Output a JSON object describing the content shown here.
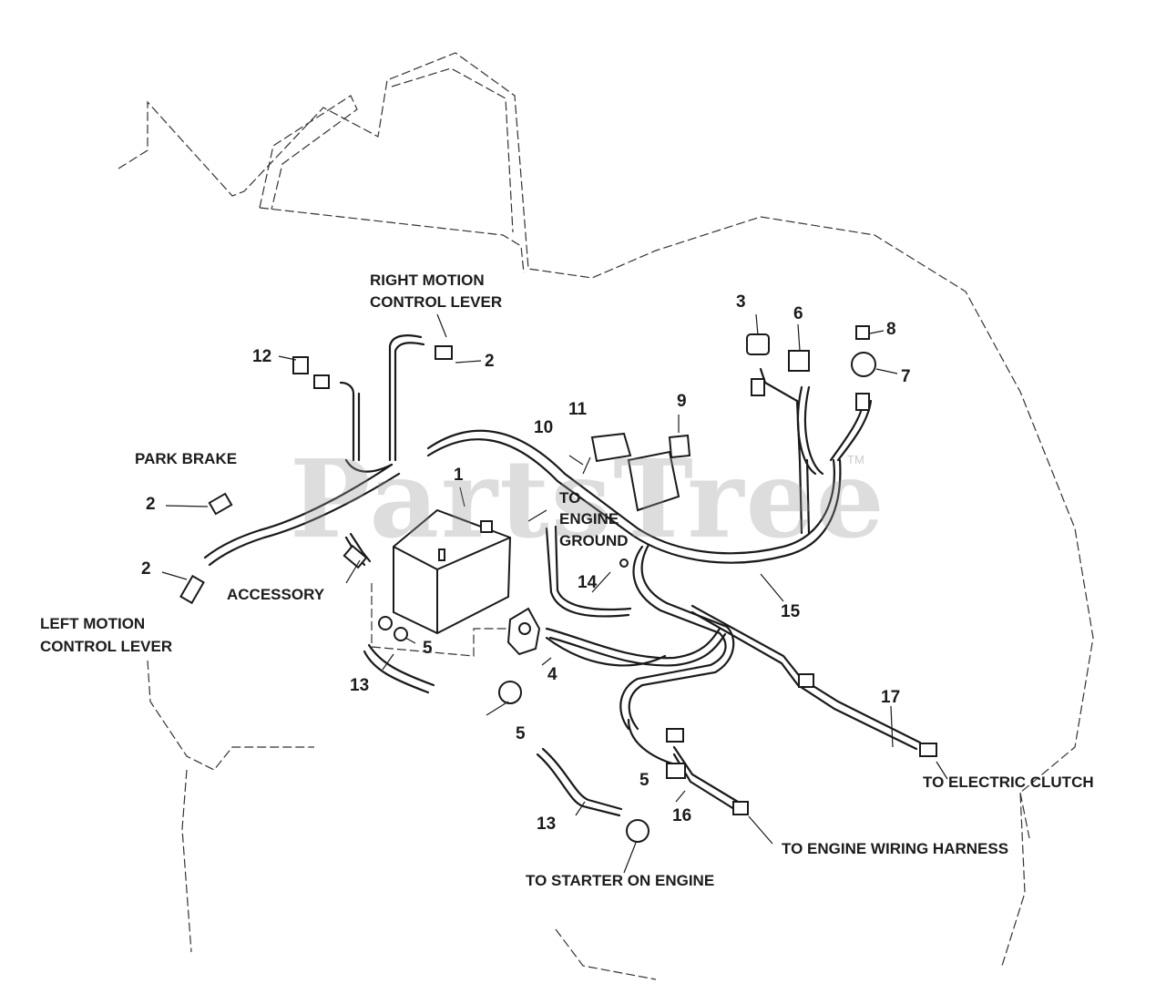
{
  "watermark": {
    "text": "PartsTree",
    "mark": "TM"
  },
  "labels": {
    "right_motion_line1": "RIGHT MOTION",
    "right_motion_line2": "CONTROL LEVER",
    "park_brake": "PARK BRAKE",
    "accessory": "ACCESSORY",
    "left_motion_line1": "LEFT MOTION",
    "left_motion_line2": "CONTROL LEVER",
    "engine_ground_line1": "TO",
    "engine_ground_line2": "ENGINE",
    "engine_ground_line3": "GROUND",
    "electric_clutch": "TO ELECTRIC CLUTCH",
    "engine_harness": "TO ENGINE WIRING HARNESS",
    "starter": "TO STARTER ON ENGINE"
  },
  "callouts": {
    "c1": "1",
    "c2a": "2",
    "c2b": "2",
    "c2c": "2",
    "c3": "3",
    "c4": "4",
    "c5a": "5",
    "c5b": "5",
    "c5c": "5",
    "c6": "6",
    "c7": "7",
    "c8": "8",
    "c9": "9",
    "c10": "10",
    "c11": "11",
    "c12": "12",
    "c13a": "13",
    "c13b": "13",
    "c14": "14",
    "c15": "15",
    "c16": "16",
    "c17": "17"
  }
}
